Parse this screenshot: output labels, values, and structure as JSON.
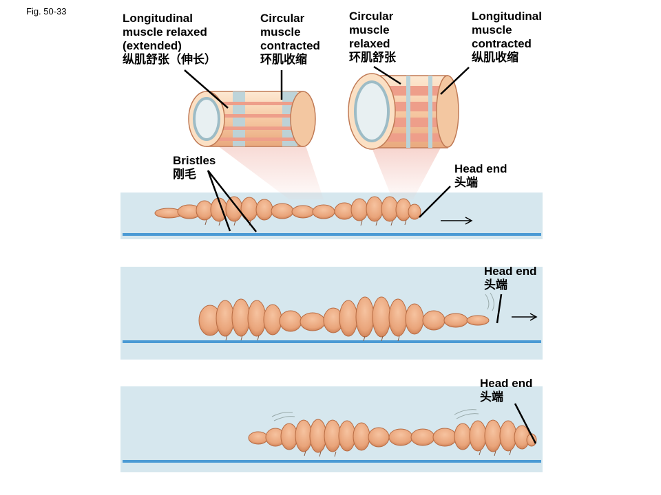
{
  "figure": {
    "label": "Fig. 50-33"
  },
  "labels": {
    "long_relaxed": {
      "lines": [
        "Longitudinal",
        "muscle relaxed",
        "(extended)"
      ],
      "cn": "纵肌舒张（伸长）"
    },
    "circ_contracted": {
      "lines": [
        "Circular",
        "muscle",
        "contracted"
      ],
      "cn": "环肌收缩"
    },
    "circ_relaxed": {
      "lines": [
        "Circular",
        "muscle",
        "relaxed"
      ],
      "cn": "环肌舒张"
    },
    "long_contracted": {
      "lines": [
        "Longitudinal",
        "muscle",
        "contracted"
      ],
      "cn": "纵肌收缩"
    },
    "bristles": {
      "en": "Bristles",
      "cn": "刚毛"
    },
    "head1": {
      "en": "Head end",
      "cn": "头端"
    },
    "head2": {
      "en": "Head end",
      "cn": "头端"
    },
    "head3": {
      "en": "Head end",
      "cn": "头端"
    }
  },
  "colors": {
    "panel": "#d6e7ee",
    "ground_line": "#4a9ad4",
    "worm_body": "#eba97f",
    "worm_shadow": "#c9794c",
    "muscle_circular": "#b9d3da",
    "muscle_longitudinal": "#ee9e8a",
    "tube_outer": "#fbe0c4",
    "pointer": "#000000"
  },
  "icons": [
    "arrow-right-icon"
  ]
}
